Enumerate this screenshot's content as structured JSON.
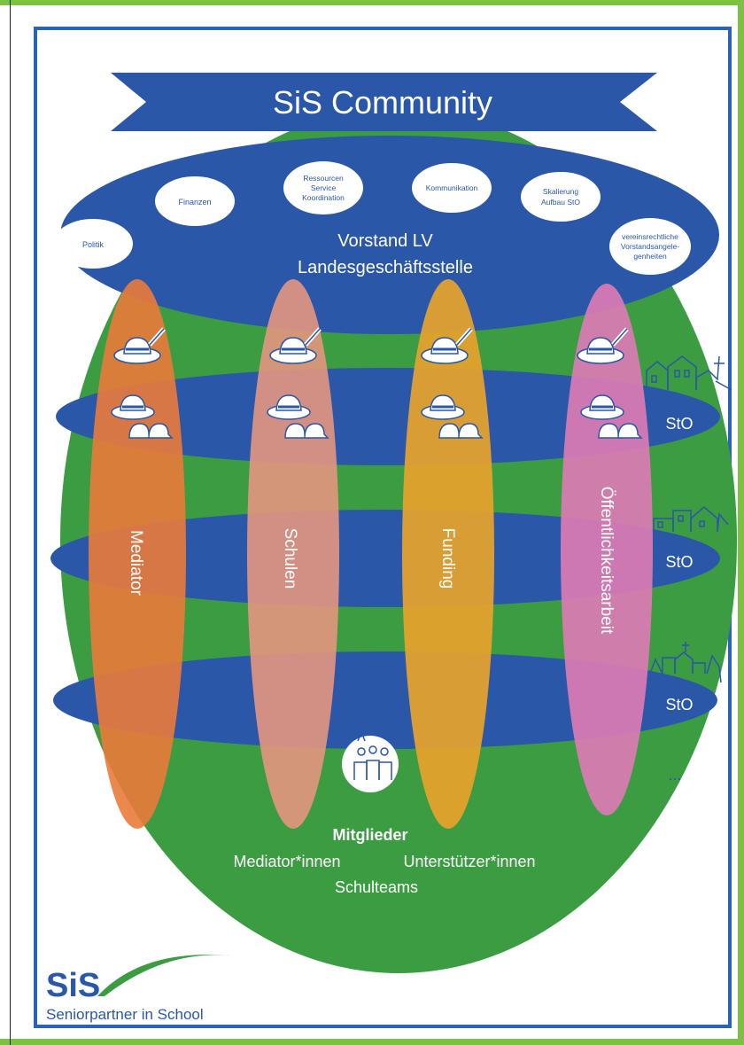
{
  "title": "SiS Community",
  "board": {
    "line1": "Vorstand LV",
    "line2": "Landesgeschäftsstelle"
  },
  "topics": [
    {
      "lines": [
        "Politik"
      ]
    },
    {
      "lines": [
        "Finanzen"
      ]
    },
    {
      "lines": [
        "Ressourcen",
        "Service",
        "Koordination"
      ]
    },
    {
      "lines": [
        "Kommunikation"
      ]
    },
    {
      "lines": [
        "Skalierung",
        "Aufbau StO"
      ]
    },
    {
      "lines": [
        "vereinsrechtliche",
        "Vorstandsangele-",
        "genheiten"
      ]
    }
  ],
  "columns": [
    "Mediator",
    "Schulen",
    "Funding",
    "Öffentlichkeitsarbeit"
  ],
  "sto": [
    "StO",
    "StO",
    "StO"
  ],
  "ellipsis": "...",
  "members": {
    "title": "Mitglieder",
    "line1a": "Mediator*innen",
    "line1b": "Unterstützer*innen",
    "line2": "Schulteams"
  },
  "logo": {
    "short": "SiS",
    "full": "Seniorpartner in School"
  },
  "colors": {
    "green": "#3b9c42",
    "blue": "#2a57a8",
    "orange": "#ea7b3a",
    "salmon": "#e4967f",
    "gold": "#e8a32b",
    "pink": "#dc7bb4"
  }
}
